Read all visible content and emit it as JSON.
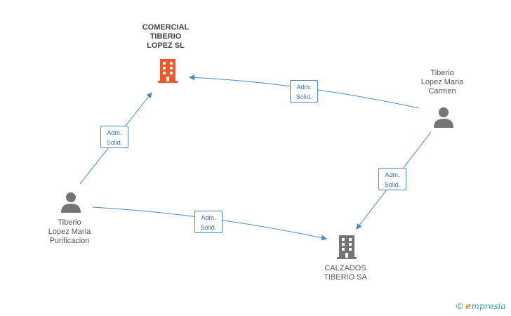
{
  "colors": {
    "company_highlight": "#f0572b",
    "company": "#757575",
    "person": "#757575",
    "edge": "#4a87cc"
  },
  "nodes": {
    "comercial": {
      "label": "COMERCIAL\nTIBERIO\nLOPEZ SL",
      "icon": "building-icon"
    },
    "calzados": {
      "label": "CALZADOS\nTIBERIO SA",
      "icon": "building-icon"
    },
    "carmen": {
      "label": "Tiberio\nLopez Maria\nCarmen",
      "icon": "person-icon"
    },
    "purificacion": {
      "label": "Tiberio\nLopez Maria\nPurificacion",
      "icon": "person-icon"
    }
  },
  "edges": [
    {
      "from": "carmen",
      "to": "comercial",
      "line1": "Adm.",
      "line2": "Solid."
    },
    {
      "from": "purificacion",
      "to": "comercial",
      "line1": "Adm.",
      "line2": "Solid."
    },
    {
      "from": "carmen",
      "to": "calzados",
      "line1": "Adm.",
      "line2": "Solid."
    },
    {
      "from": "purificacion",
      "to": "calzados",
      "line1": "Adm.",
      "line2": "Solid."
    }
  ],
  "brand": {
    "copyright": "©",
    "e": "e",
    "rest": "mpresia"
  }
}
